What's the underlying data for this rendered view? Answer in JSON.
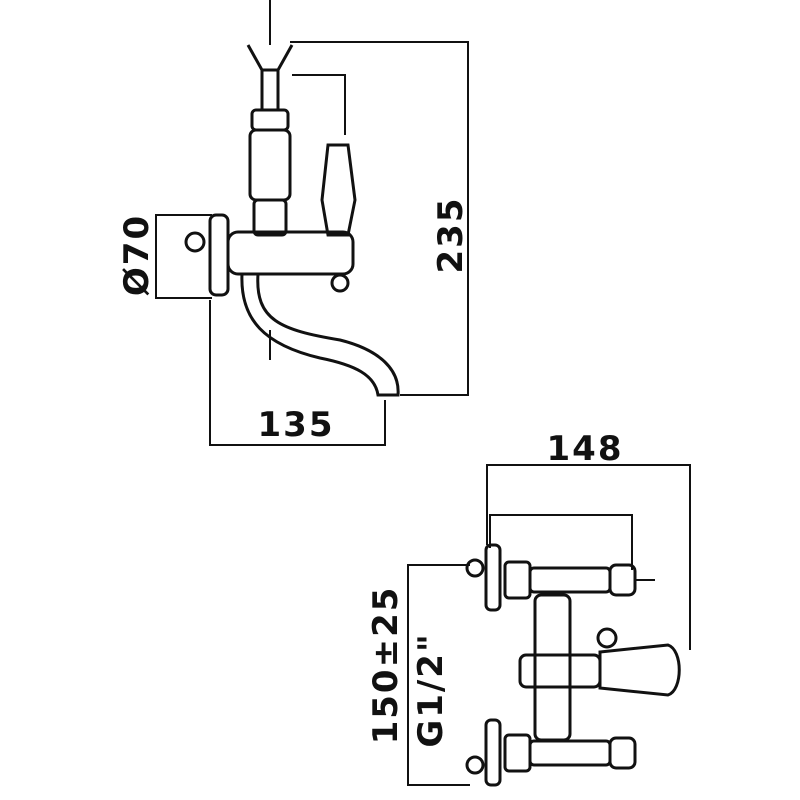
{
  "dimensions": {
    "diameter": "Ø70",
    "height": "235",
    "projection": "135",
    "width": "148",
    "centers": "150±25",
    "thread": "G1/2\""
  },
  "colors": {
    "line": "#111111",
    "background": "#ffffff"
  }
}
